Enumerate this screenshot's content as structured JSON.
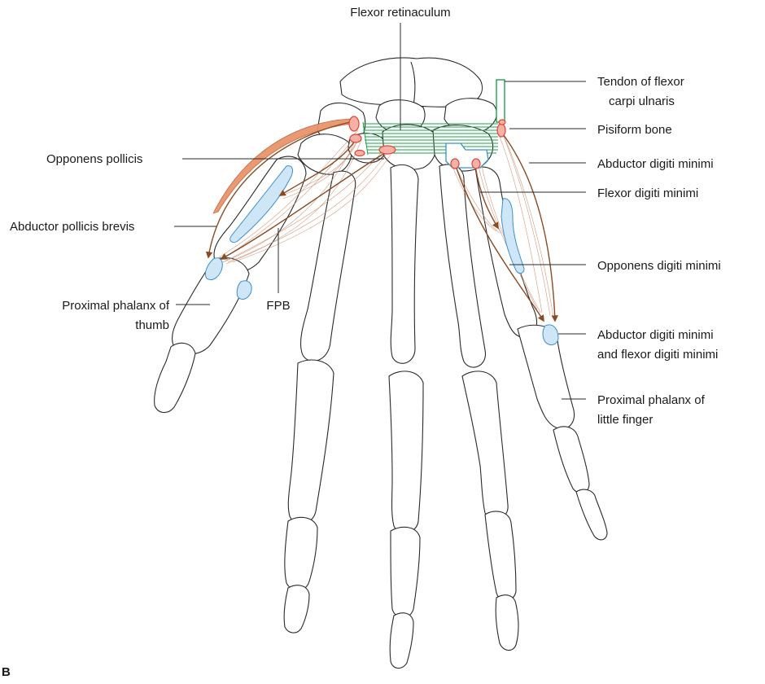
{
  "colors": {
    "bone_outline": "#2a2a2a",
    "retinaculum": "#1fa34a",
    "insertion_fill": "#cfe6f6",
    "insertion_stroke": "#3a8fd0",
    "origin_fill": "#f6b0a6",
    "origin_stroke": "#d64a3a",
    "muscle_path": "#8a4a22",
    "muscle_fibers": "#c98b6a",
    "abductor_band": "#e8956c"
  },
  "labels": {
    "flexor_retinaculum": "Flexor retinaculum",
    "tendon_fcu_line1": "Tendon of flexor",
    "tendon_fcu_line2": "carpi ulnaris",
    "pisiform": "Pisiform bone",
    "opponens_pollicis": "Opponens pollicis",
    "abductor_digiti_minimi": "Abductor digiti minimi",
    "flexor_digiti_minimi": "Flexor digiti minimi",
    "abductor_pollicis_brevis": "Abductor pollicis brevis",
    "opponens_digiti_minimi": "Opponens digiti minimi",
    "proximal_phalanx_thumb_line1": "Proximal phalanx of",
    "proximal_phalanx_thumb_line2": "thumb",
    "fpb": "FPB",
    "abd_flex_dm_line1": "Abductor digiti minimi",
    "abd_flex_dm_line2": "and flexor digiti minimi",
    "proximal_phalanx_little_line1": "Proximal phalanx of",
    "proximal_phalanx_little_line2": "little finger",
    "figure_id": "B"
  }
}
